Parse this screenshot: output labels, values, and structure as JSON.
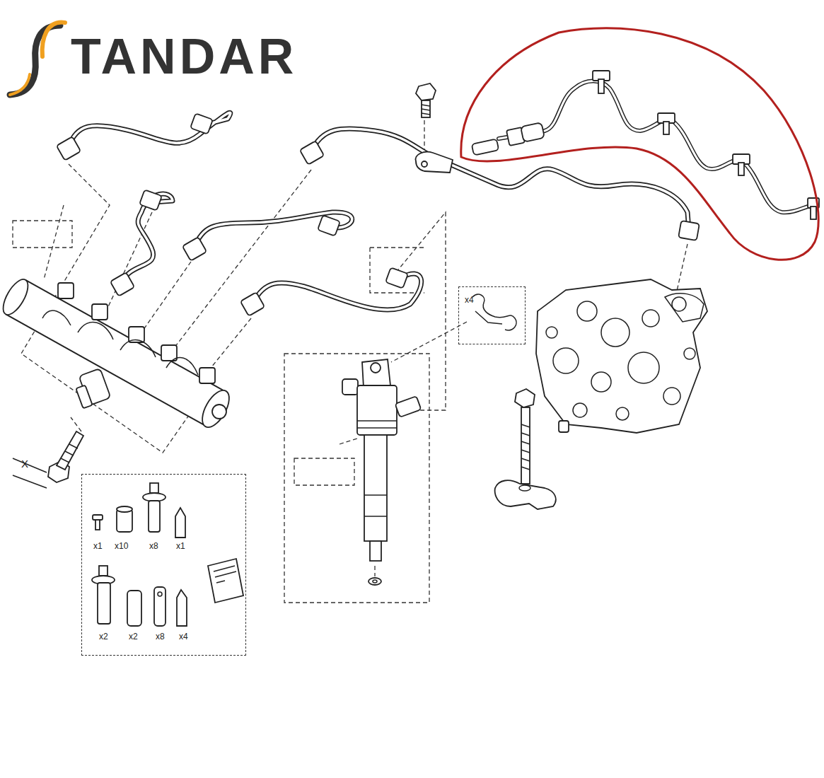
{
  "diagram": {
    "nodes": [
      {
        "text": [
          "x4"
        ]
      },
      {
        "text": [
          "x1",
          "x10",
          "x8",
          "x1",
          "x2",
          "x2",
          "x8",
          "x4"
        ]
      }
    ],
    "labels": [
      "TANDAR",
      "X"
    ]
  }
}
